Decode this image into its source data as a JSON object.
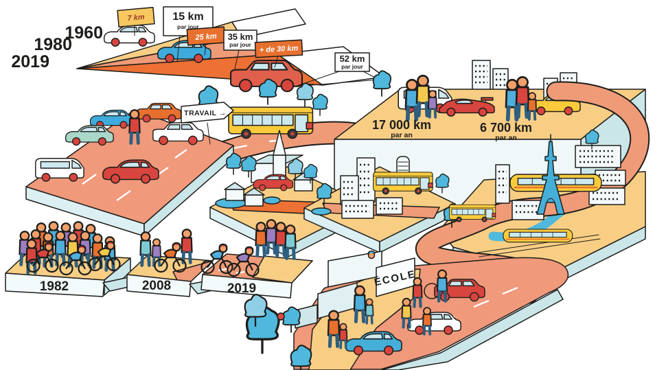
{
  "page": {
    "type": "isometric mobility infographic",
    "language": "fr"
  },
  "top_timeline": {
    "years": [
      {
        "label": "1960"
      },
      {
        "label": "1980"
      },
      {
        "label": "2019"
      }
    ],
    "signs": {
      "s7": {
        "label": "7 km"
      },
      "s15": {
        "label": "15 km",
        "sub": "par jour"
      },
      "s25": {
        "label": "25 km"
      },
      "s35": {
        "label": "35 km",
        "sub": "par jour"
      },
      "s30": {
        "label": "+ de 30 km"
      },
      "s52": {
        "label": "52 km",
        "sub": "par jour"
      }
    }
  },
  "commute": {
    "work_sign": "TRAVAIL →"
  },
  "annual_distance": {
    "car": {
      "value": "17 000 km",
      "unit": "par an"
    },
    "transit": {
      "value": "6 700 km",
      "unit": "par an"
    }
  },
  "bottom_timeline": {
    "years": [
      {
        "label": "1982"
      },
      {
        "label": "2008"
      },
      {
        "label": "2019"
      }
    ]
  },
  "school": {
    "sign": "ÉCOLE"
  },
  "colors": {
    "road_orange": "#ED7134",
    "road_salmon": "#F09B78",
    "platform_yellow": "#F8CE85",
    "sign_yellow": "#F7C860",
    "sign_orange": "#E8702E",
    "vehicle_yellow": "#FBCB3C",
    "water_blue": "#4FB8DC",
    "car_red": "#D8453E",
    "outline_ink": "#1D1D1B",
    "face_white": "#EFF7F8",
    "face_cyan": "#CBE6E9"
  }
}
